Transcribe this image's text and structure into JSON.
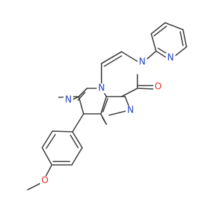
{
  "structure": {
    "atoms": {
      "n_pyrazole": "N",
      "n_bridge": "N",
      "n_pyrimidine": "N",
      "n_lactam": "N",
      "n_pyridine": "N",
      "o_carbonyl": "O",
      "o_methoxy": "O"
    }
  },
  "colors": {
    "bond": "#3a3a3a",
    "nitrogen": "#1f3fbf",
    "oxygen": "#e0301e"
  }
}
